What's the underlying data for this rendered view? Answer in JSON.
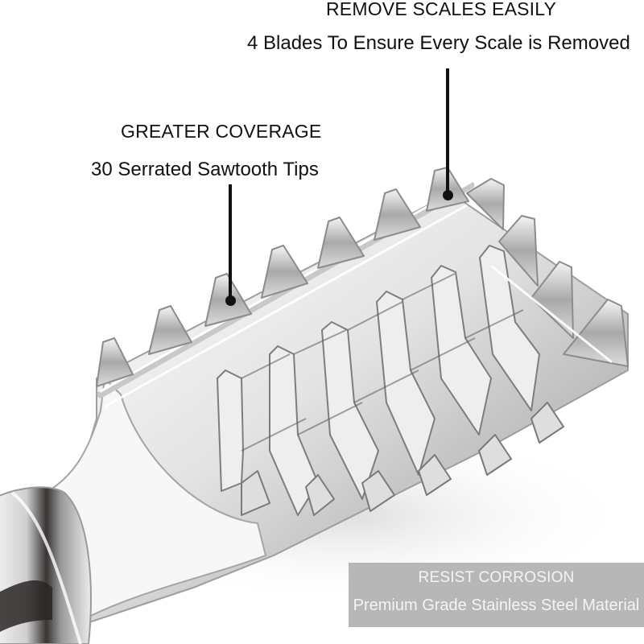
{
  "callouts": {
    "remove_scales": {
      "title": "REMOVE SCALES EASILY",
      "subtitle": "4 Blades To Ensure Every Scale is Removed"
    },
    "greater_coverage": {
      "title": "GREATER COVERAGE",
      "subtitle": "30 Serrated Sawtooth Tips"
    }
  },
  "badge": {
    "title": "RESIST CORROSION",
    "subtitle": "Premium Grade Stainless Steel Material",
    "background": "#aaaaaa",
    "text_color": "#f4f4f4"
  },
  "product": {
    "name": "fish-scale-scraper",
    "material_color": "#d9d9d9",
    "highlight_color": "#ffffff",
    "shadow_color": "#6e6e6e",
    "handle_dark_color": "#2a2626"
  }
}
